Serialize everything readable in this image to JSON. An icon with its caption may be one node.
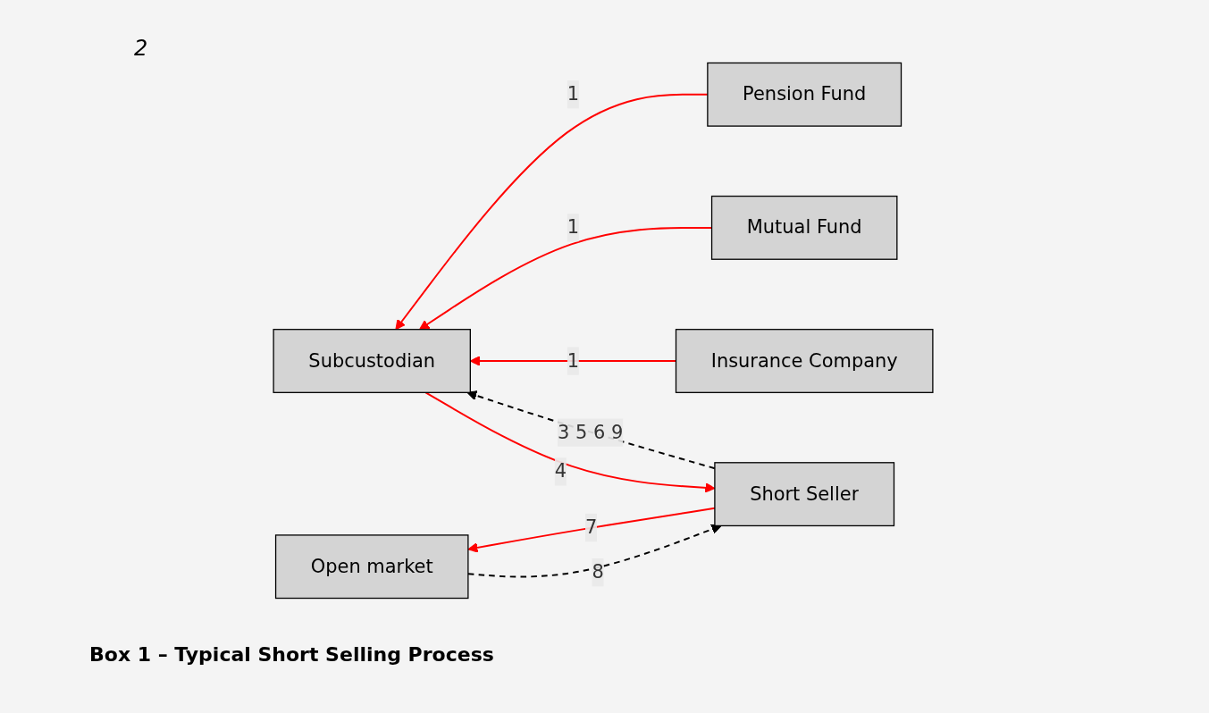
{
  "diagram": {
    "caption": "Box 1 – Typical Short Selling Process",
    "nodes": [
      {
        "text": [
          "Short Seller"
        ]
      },
      {
        "text": [
          "Subcustodian"
        ]
      },
      {
        "text": [
          "Pension Fund"
        ]
      },
      {
        "text": [
          "Mutual Fund"
        ]
      },
      {
        "text": [
          "Insurance Company"
        ]
      },
      {
        "text": [
          "Open market"
        ]
      }
    ],
    "edges": [
      {
        "from": 2,
        "to": 1,
        "arrow": "to",
        "label": "1"
      },
      {
        "from": 3,
        "to": 1,
        "arrow": "to",
        "label": "1"
      },
      {
        "from": 4,
        "to": 1,
        "arrow": "to",
        "label": "1"
      },
      {
        "from": 1,
        "to": 0,
        "arrow": "to",
        "label": "4"
      },
      {
        "from": 0,
        "to": 1,
        "arrow": "to",
        "label": "3 5 6 9",
        "style": "dashed",
        "color": "#000000"
      },
      {
        "from": 0,
        "to": 5,
        "arrow": "to",
        "label": "7"
      },
      {
        "from": 5,
        "to": 0,
        "arrow": "to",
        "label": "8",
        "style": "dashed",
        "color": "#000000"
      }
    ],
    "labels": [
      "2"
    ]
  }
}
